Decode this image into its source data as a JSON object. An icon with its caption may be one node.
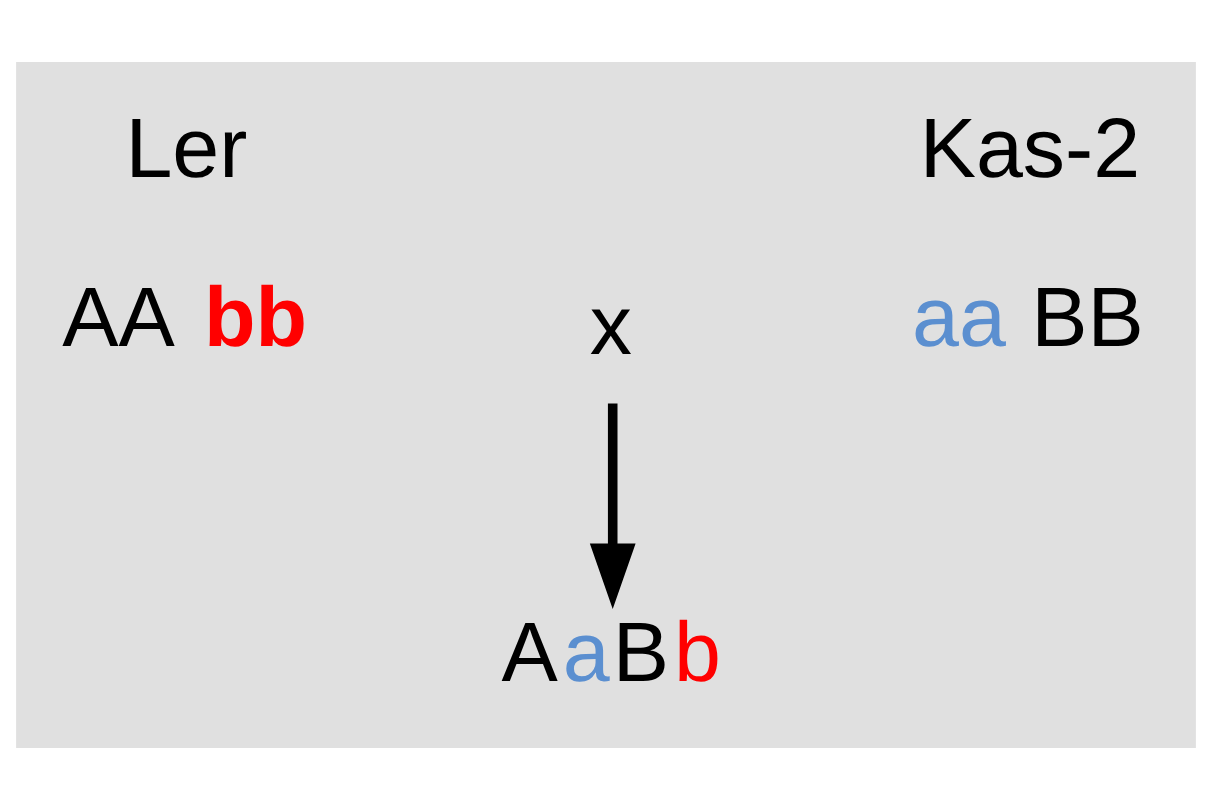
{
  "diagram": {
    "nodes": [
      {
        "text": [
          "Ler",
          "AA bb"
        ]
      },
      {
        "text": [
          "x"
        ]
      },
      {
        "text": [
          "Kas-2",
          "aa BB"
        ]
      },
      {
        "text": [
          "AaBb"
        ]
      }
    ],
    "edges": [
      {
        "from": 1,
        "to": 3,
        "arrow": "to"
      }
    ]
  }
}
